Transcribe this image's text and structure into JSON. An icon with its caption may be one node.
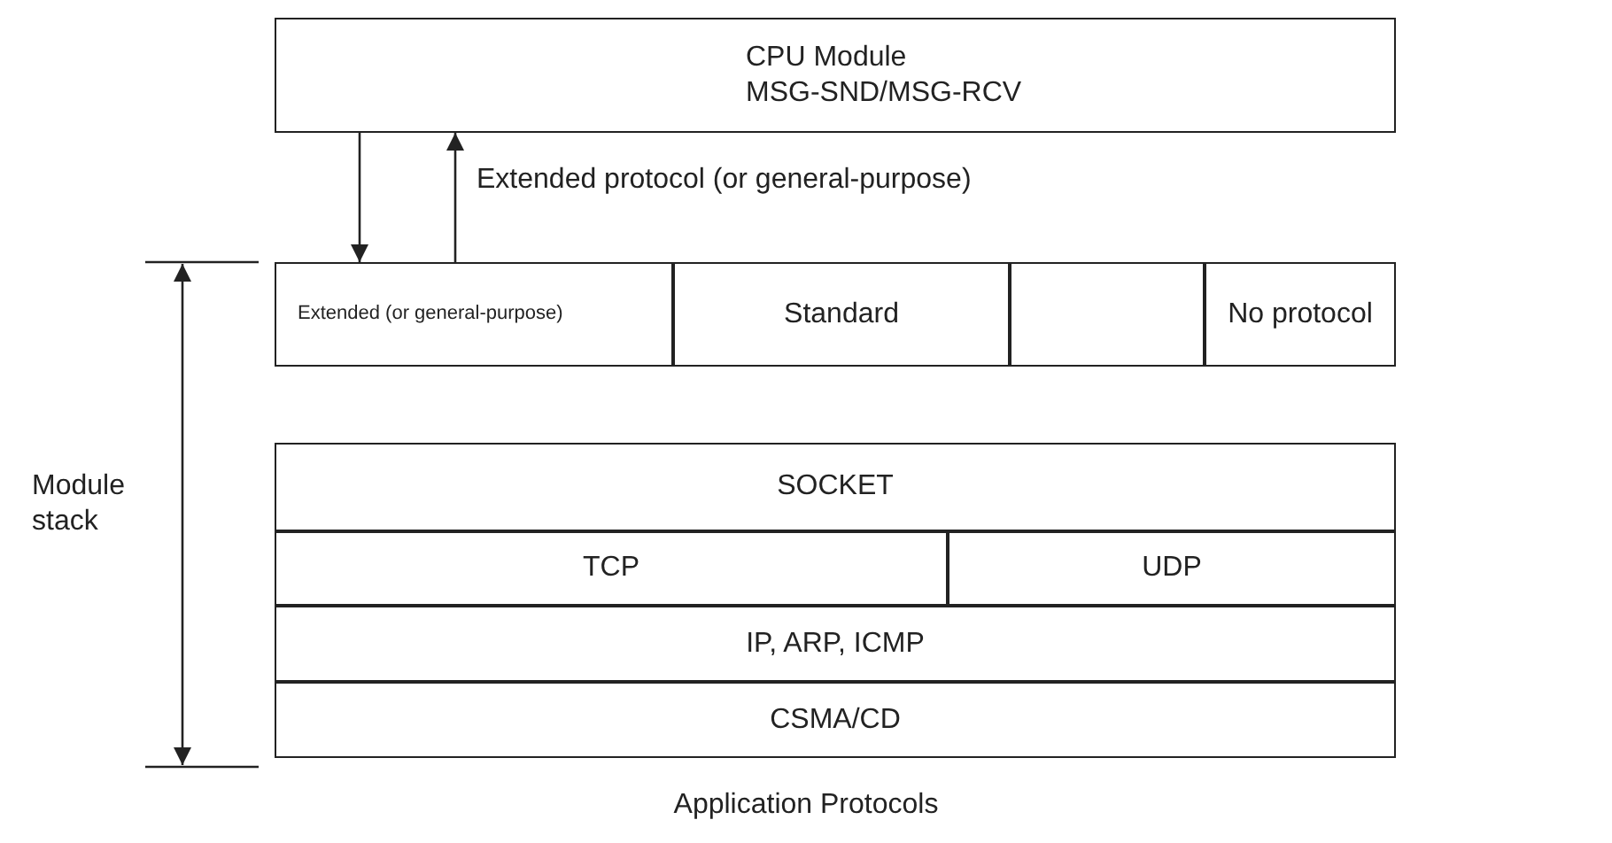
{
  "diagram": {
    "caption": "Application Protocols",
    "nodes": [
      {
        "text": [
          "CPU Module",
          "MSG-SND/MSG-RCV"
        ]
      },
      {
        "text": [
          "Extended (or general-purpose)"
        ]
      },
      {
        "text": [
          "Standard"
        ]
      },
      {
        "text": [],
        "shape": "box"
      },
      {
        "text": [
          "No protocol"
        ]
      },
      {
        "text": [
          "SOCKET"
        ]
      },
      {
        "text": [
          "TCP"
        ]
      },
      {
        "text": [
          "UDP"
        ]
      },
      {
        "text": [
          "IP, ARP, ICMP"
        ]
      },
      {
        "text": [
          "CSMA/CD"
        ]
      }
    ],
    "edges": [
      {
        "from": 0,
        "to": 1,
        "arrow": "to"
      },
      {
        "from": 1,
        "to": 0,
        "arrow": "to",
        "label": "Extended protocol (or general-purpose)"
      }
    ],
    "labels": [
      "Module stack"
    ]
  }
}
